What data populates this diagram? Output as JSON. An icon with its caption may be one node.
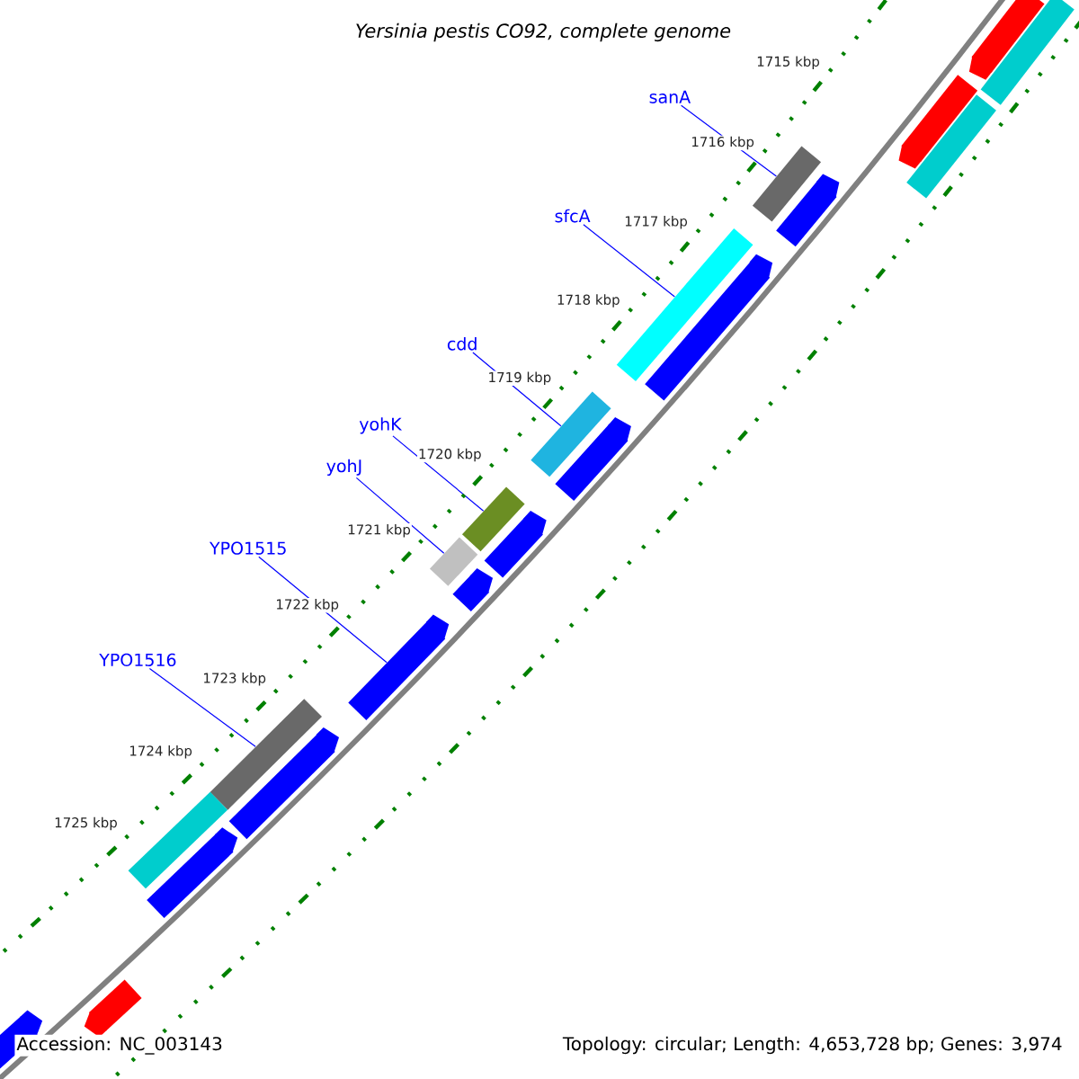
{
  "diagram": {
    "title": "Yersinia pestis CO92, complete genome",
    "nodes": [
      {
        "text": [
          "sanA"
        ]
      },
      {
        "text": [
          "sfcA"
        ]
      },
      {
        "text": [
          "cdd"
        ]
      },
      {
        "text": [
          "yohK"
        ]
      },
      {
        "text": [
          "yohJ"
        ]
      },
      {
        "text": [
          "YPO1515"
        ]
      },
      {
        "text": [
          "YPO1516"
        ]
      },
      {
        "text": [],
        "shape": "bar"
      },
      {
        "text": [],
        "shape": "bar"
      },
      {
        "text": [],
        "shape": "bar"
      },
      {
        "text": [],
        "shape": "bar"
      },
      {
        "text": [],
        "shape": "bar"
      },
      {
        "text": [],
        "shape": "bar"
      },
      {
        "text": [],
        "shape": "bar"
      },
      {
        "text": [],
        "shape": "bar"
      },
      {
        "text": [],
        "shape": "bar"
      },
      {
        "text": [],
        "shape": "bar"
      },
      {
        "text": [],
        "shape": "bar"
      },
      {
        "text": [],
        "shape": "bar"
      },
      {
        "text": [],
        "shape": "bar"
      },
      {
        "text": [],
        "shape": "bar"
      },
      {
        "text": [],
        "shape": "bar"
      },
      {
        "text": [],
        "shape": "bar"
      },
      {
        "text": [],
        "shape": "bar"
      },
      {
        "text": [],
        "shape": "bar"
      },
      {
        "text": [],
        "shape": "bar"
      },
      {
        "text": [],
        "shape": "bar"
      },
      {
        "text": [],
        "shape": "bar"
      }
    ],
    "edges": [
      {
        "from": 0,
        "to": 11,
        "arrow": "none"
      },
      {
        "from": 1,
        "to": 13,
        "arrow": "none"
      },
      {
        "from": 2,
        "to": 15,
        "arrow": "none"
      },
      {
        "from": 3,
        "to": 18,
        "arrow": "none"
      },
      {
        "from": 4,
        "to": 19,
        "arrow": "none"
      },
      {
        "from": 5,
        "to": 21,
        "arrow": "none"
      },
      {
        "from": 6,
        "to": 22,
        "arrow": "none"
      }
    ],
    "labels": [
      "1715 kbp",
      "1716 kbp",
      "1717 kbp",
      "1718 kbp",
      "1719 kbp",
      "1720 kbp",
      "1721 kbp",
      "1722 kbp",
      "1723 kbp",
      "1724 kbp",
      "1725 kbp",
      "Accession: NC_003143",
      "Topology: circular; Length: 4,653,728 bp; Genes: 3,974"
    ]
  }
}
